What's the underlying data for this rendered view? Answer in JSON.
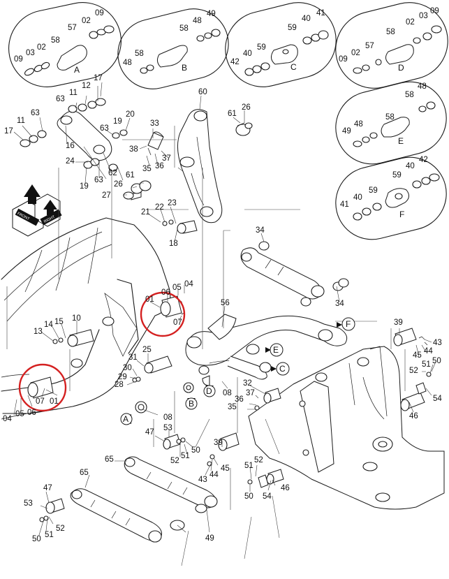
{
  "callouts": {
    "a": {
      "letter": "A",
      "parts": [
        "09",
        "03",
        "02",
        "58",
        "57",
        "02",
        "09"
      ]
    },
    "b": {
      "letter": "B",
      "parts": [
        "48",
        "58",
        "58",
        "48",
        "49"
      ]
    },
    "c": {
      "letter": "C",
      "parts": [
        "42",
        "40",
        "59",
        "59",
        "40",
        "41"
      ]
    },
    "d": {
      "letter": "D",
      "parts": [
        "09",
        "02",
        "57",
        "58",
        "02",
        "03",
        "09"
      ]
    },
    "e": {
      "letter": "E",
      "parts": [
        "49",
        "48",
        "58",
        "58",
        "48"
      ]
    },
    "f": {
      "letter": "F",
      "parts": [
        "41",
        "40",
        "59",
        "59",
        "40",
        "42"
      ]
    }
  },
  "labels": {
    "l17a": "17",
    "l11a": "11",
    "l63a": "63",
    "l16": "16",
    "l63b": "63",
    "l11b": "11",
    "l12": "12",
    "l17b": "17",
    "l24": "24",
    "l19a": "19",
    "l63c": "63",
    "l62": "62",
    "l19b": "19",
    "l20": "20",
    "l63d": "63",
    "l33": "33",
    "l38": "38",
    "l35a": "35",
    "l36a": "36",
    "l37a": "37",
    "l60": "60",
    "l61a": "61",
    "l26a": "26",
    "l26b": "26",
    "l61b": "61",
    "l27": "27",
    "l21": "21",
    "l22": "22",
    "l23": "23",
    "l18": "18",
    "l34a": "34",
    "l34b": "34",
    "l01a": "01",
    "l06a": "06",
    "l05a": "05",
    "l04a": "04",
    "l07a": "07",
    "l56": "56",
    "l13": "13",
    "l14": "14",
    "l15": "15",
    "l10": "10",
    "l25": "25",
    "l31": "31",
    "l30": "30",
    "l29": "29",
    "l28": "28",
    "l07b": "07",
    "l01b": "01",
    "l06b": "06",
    "l04b": "04",
    "l05b": "05",
    "l08a": "08",
    "l08b": "08",
    "l32": "32",
    "l37b": "37",
    "l36b": "36",
    "l35b": "35",
    "l39a": "39",
    "l43a": "43",
    "l44a": "44",
    "l45a": "45",
    "l51a": "51",
    "l50a": "50",
    "l52a": "52",
    "l54a": "54",
    "l46a": "46",
    "l47a": "47",
    "l53a": "53",
    "l50b": "50",
    "l52b": "52",
    "l51b": "51",
    "l39b": "39",
    "l43b": "43",
    "l44b": "44",
    "l45b": "45",
    "l65a": "65",
    "l65b": "65",
    "l51c": "51",
    "l52c": "52",
    "l50c": "50",
    "l54b": "54",
    "l46b": "46",
    "l47b": "47",
    "l53b": "53",
    "l50d": "50",
    "l51d": "51",
    "l52d": "52",
    "l49": "49"
  },
  "markers": {
    "A": "A",
    "B": "B",
    "C": "C",
    "D": "D",
    "E": "E",
    "F": "F"
  },
  "badge": {
    "left": "FRONT",
    "right": "RIGHT"
  },
  "colors": {
    "line": "#1a1a1a",
    "highlight": "#d42020",
    "background": "#ffffff"
  }
}
